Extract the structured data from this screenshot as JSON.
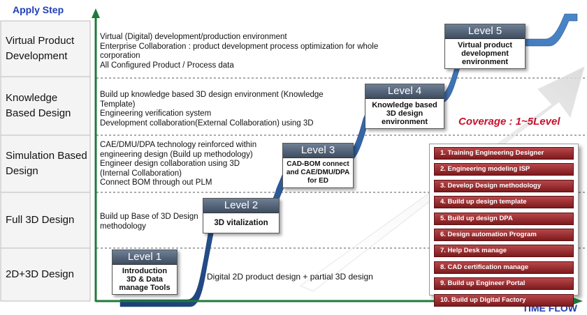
{
  "axes": {
    "y_label": "Apply Step",
    "x_label": "TIME FLOW"
  },
  "stages": [
    {
      "label": "Virtual Product Development"
    },
    {
      "label": "Knowledge Based Design"
    },
    {
      "label": "Simulation Based Design"
    },
    {
      "label": "Full 3D Design"
    },
    {
      "label": "2D+3D Design"
    }
  ],
  "descriptions": {
    "virtual": [
      "Virtual (Digital) development/production environment",
      "Enterprise Collaboration : product development process optimization for whole",
      "corporation",
      "All Configured Product / Process data"
    ],
    "knowledge": [
      "Build up knowledge based 3D design environment (Knowledge",
      "Template)",
      "Engineering verification system",
      "Development collaboration(External Collaboration) using 3D"
    ],
    "simulation": [
      "CAE/DMU/DPA technology reinforced within",
      "engineering design (Build up methodology)",
      "Engineer design collaboration using 3D",
      "(Internal Collaboration)",
      "Connect BOM through out PLM"
    ],
    "full3d": [
      "Build up Base of 3D Design",
      "methodology"
    ],
    "twod3d": [
      "Digital 2D product design + partial 3D design"
    ]
  },
  "levels": [
    {
      "title": "Level 1",
      "body": [
        "Introduction",
        "3D & Data",
        "manage Tools"
      ]
    },
    {
      "title": "Level 2",
      "body": [
        "3D vitalization"
      ]
    },
    {
      "title": "Level 3",
      "body": [
        "CAD-BOM connect",
        "and CAE/DMU/DPA",
        "for ED"
      ]
    },
    {
      "title": "Level 4",
      "body": [
        "Knowledge based",
        "3D design",
        "environment"
      ]
    },
    {
      "title": "Level 5",
      "body": [
        "Virtual product",
        "development",
        "environment"
      ]
    }
  ],
  "coverage": "Coverage : 1~5Level",
  "programs": [
    "1. Training Engineering Designer",
    "2. Engineering modeling ISP",
    "3. Develop Design methodology",
    "4. Build up design template",
    "5. Build up design DPA",
    "6. Design automation Program",
    "7. Help Desk manage",
    "8. CAD certification manage",
    "9. Build up Engineer Portal",
    "10. Build up Digital Factory"
  ],
  "colors": {
    "axis": "#1e7a3a",
    "label_blue": "#1f3fb6",
    "staircase": "#2f5fa0",
    "coverage_red": "#c8102e",
    "program_bar": "#9b2a2d"
  }
}
